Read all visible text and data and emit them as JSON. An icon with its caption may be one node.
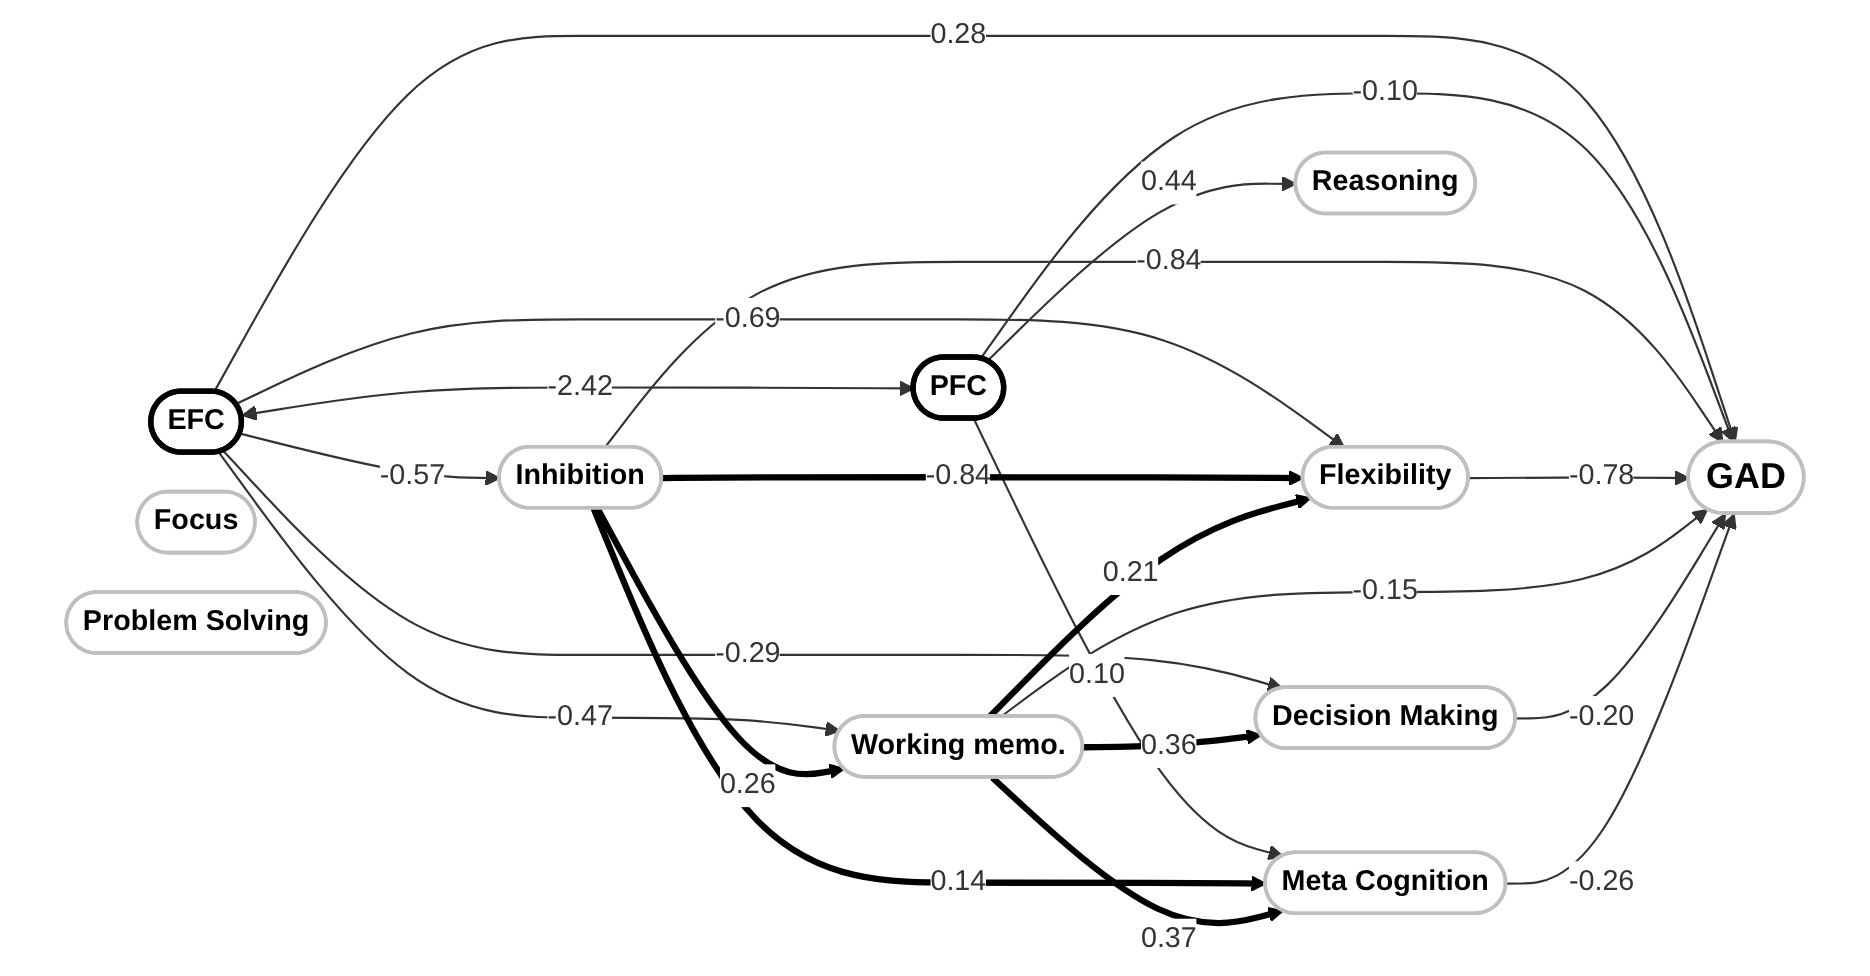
{
  "diagram": {
    "nodes": [
      {
        "text": [
          "EFC"
        ]
      },
      {
        "text": [
          "PFC"
        ]
      },
      {
        "text": [
          "Inhibition"
        ]
      },
      {
        "text": [
          "Flexibility"
        ]
      },
      {
        "text": [
          "Focus"
        ]
      },
      {
        "text": [
          "Working memo."
        ]
      },
      {
        "text": [
          "Decision Making"
        ]
      },
      {
        "text": [
          "Reasoning"
        ]
      },
      {
        "text": [
          "Problem Solving"
        ]
      },
      {
        "text": [
          "Meta Cognition"
        ]
      },
      {
        "text": [
          "GAD"
        ]
      }
    ],
    "edges": [
      {
        "from": 0,
        "to": 2,
        "arrow": "to",
        "label": "-0.57"
      },
      {
        "from": 0,
        "to": 3,
        "arrow": "to",
        "label": "-0.69"
      },
      {
        "from": 0,
        "to": 5,
        "arrow": "to",
        "label": "-0.47"
      },
      {
        "from": 0,
        "to": 6,
        "arrow": "to",
        "label": "-0.29"
      },
      {
        "from": 0,
        "to": 10,
        "arrow": "to",
        "label": "0.28"
      },
      {
        "from": 0,
        "to": 1,
        "arrow": "both",
        "label": "-2.42"
      },
      {
        "from": 1,
        "to": 7,
        "arrow": "to",
        "label": "0.44"
      },
      {
        "from": 1,
        "to": 9,
        "arrow": "to",
        "label": "0.10"
      },
      {
        "from": 1,
        "to": 10,
        "arrow": "to",
        "label": "-0.10"
      },
      {
        "from": 2,
        "to": 3,
        "arrow": "to",
        "label": "-0.84",
        "style": "thick"
      },
      {
        "from": 2,
        "to": 5,
        "arrow": "to",
        "label": "0.26",
        "style": "thick"
      },
      {
        "from": 2,
        "to": 9,
        "arrow": "to",
        "label": "0.14",
        "style": "thick"
      },
      {
        "from": 5,
        "to": 3,
        "arrow": "to",
        "label": "0.21",
        "style": "thick"
      },
      {
        "from": 5,
        "to": 6,
        "arrow": "to",
        "label": "0.36",
        "style": "thick"
      },
      {
        "from": 5,
        "to": 9,
        "arrow": "to",
        "label": "0.37",
        "style": "thick"
      },
      {
        "from": 2,
        "to": 10,
        "arrow": "to",
        "label": "-0.84"
      },
      {
        "from": 3,
        "to": 10,
        "arrow": "to",
        "label": "-0.78"
      },
      {
        "from": 5,
        "to": 10,
        "arrow": "to",
        "label": "-0.15"
      },
      {
        "from": 6,
        "to": 10,
        "arrow": "to",
        "label": "-0.20"
      },
      {
        "from": 9,
        "to": 10,
        "arrow": "to",
        "label": "-0.26"
      }
    ]
  }
}
